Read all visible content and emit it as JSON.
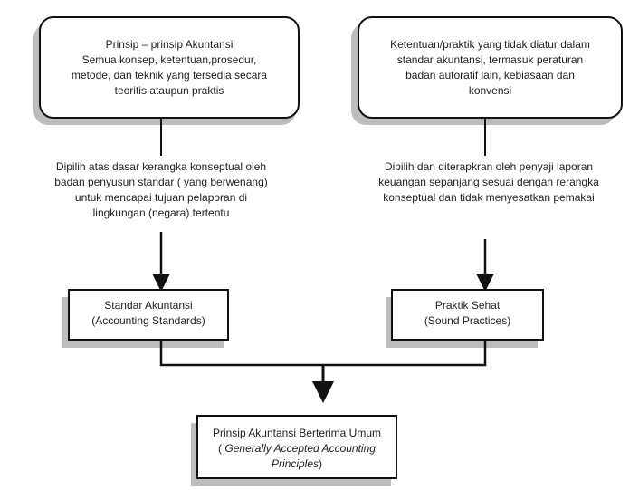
{
  "top_left_box": {
    "title": "Prinsip – prinsip Akuntansi",
    "lines": [
      "Semua konsep, ketentuan,prosedur,",
      "metode, dan teknik yang tersedia secara",
      "teoritis ataupun praktis"
    ]
  },
  "top_right_box": {
    "lines": [
      "Ketentuan/praktik yang tidak diatur dalam",
      "standar akuntansi, termasuk peraturan",
      "badan autoratif lain, kebiasaan dan",
      "konvensi"
    ]
  },
  "left_note": {
    "lines": [
      "Dipilih atas dasar kerangka konseptual oleh",
      "badan penyusun standar ( yang berwenang)",
      "untuk mencapai tujuan pelaporan di",
      "lingkungan (negara) tertentu"
    ]
  },
  "right_note": {
    "lines": [
      "Dipilih dan diterapkran oleh penyaji laporan",
      "keuangan sepanjang sesuai dengan rerangka",
      "konseptual dan tidak menyesatkan pemakai"
    ]
  },
  "standards_box": {
    "title": "Standar Akuntansi",
    "subtitle": "(Accounting Standards)"
  },
  "practices_box": {
    "title": "Praktik Sehat",
    "subtitle": "(Sound Practices)"
  },
  "gaap_box": {
    "title": "Prinsip Akuntansi Berterima Umum",
    "open": "( ",
    "subtitle": "Generally Accepted Accounting Principles",
    "close": ")"
  }
}
